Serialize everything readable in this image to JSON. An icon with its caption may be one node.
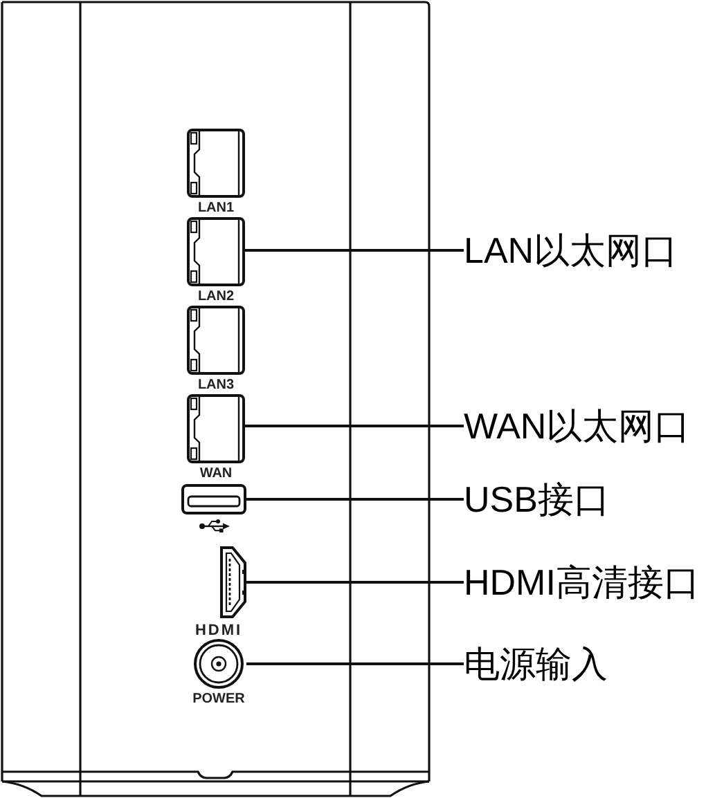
{
  "diagram": {
    "nodes": [
      {
        "text": [
          "LAN1"
        ]
      },
      {
        "text": [
          "LAN2"
        ]
      },
      {
        "text": [
          "LAN3"
        ]
      },
      {
        "text": [
          "WAN"
        ]
      },
      {
        "text": [],
        "shape": "box"
      },
      {
        "text": [
          "HDMI"
        ]
      },
      {
        "text": [
          "POWER"
        ]
      },
      {
        "text": [
          "LAN以太网口"
        ]
      },
      {
        "text": [
          "WAN以太网口"
        ]
      },
      {
        "text": [
          "USB接口"
        ]
      },
      {
        "text": [
          "HDMI高清接口"
        ]
      },
      {
        "text": [
          "电源输入"
        ]
      }
    ],
    "edges": [
      {
        "from": 7,
        "to": 1,
        "arrow": "none"
      },
      {
        "from": 8,
        "to": 3,
        "arrow": "none"
      },
      {
        "from": 9,
        "to": 4,
        "arrow": "none"
      },
      {
        "from": 10,
        "to": 5,
        "arrow": "none"
      },
      {
        "from": 11,
        "to": 6,
        "arrow": "none"
      }
    ]
  }
}
